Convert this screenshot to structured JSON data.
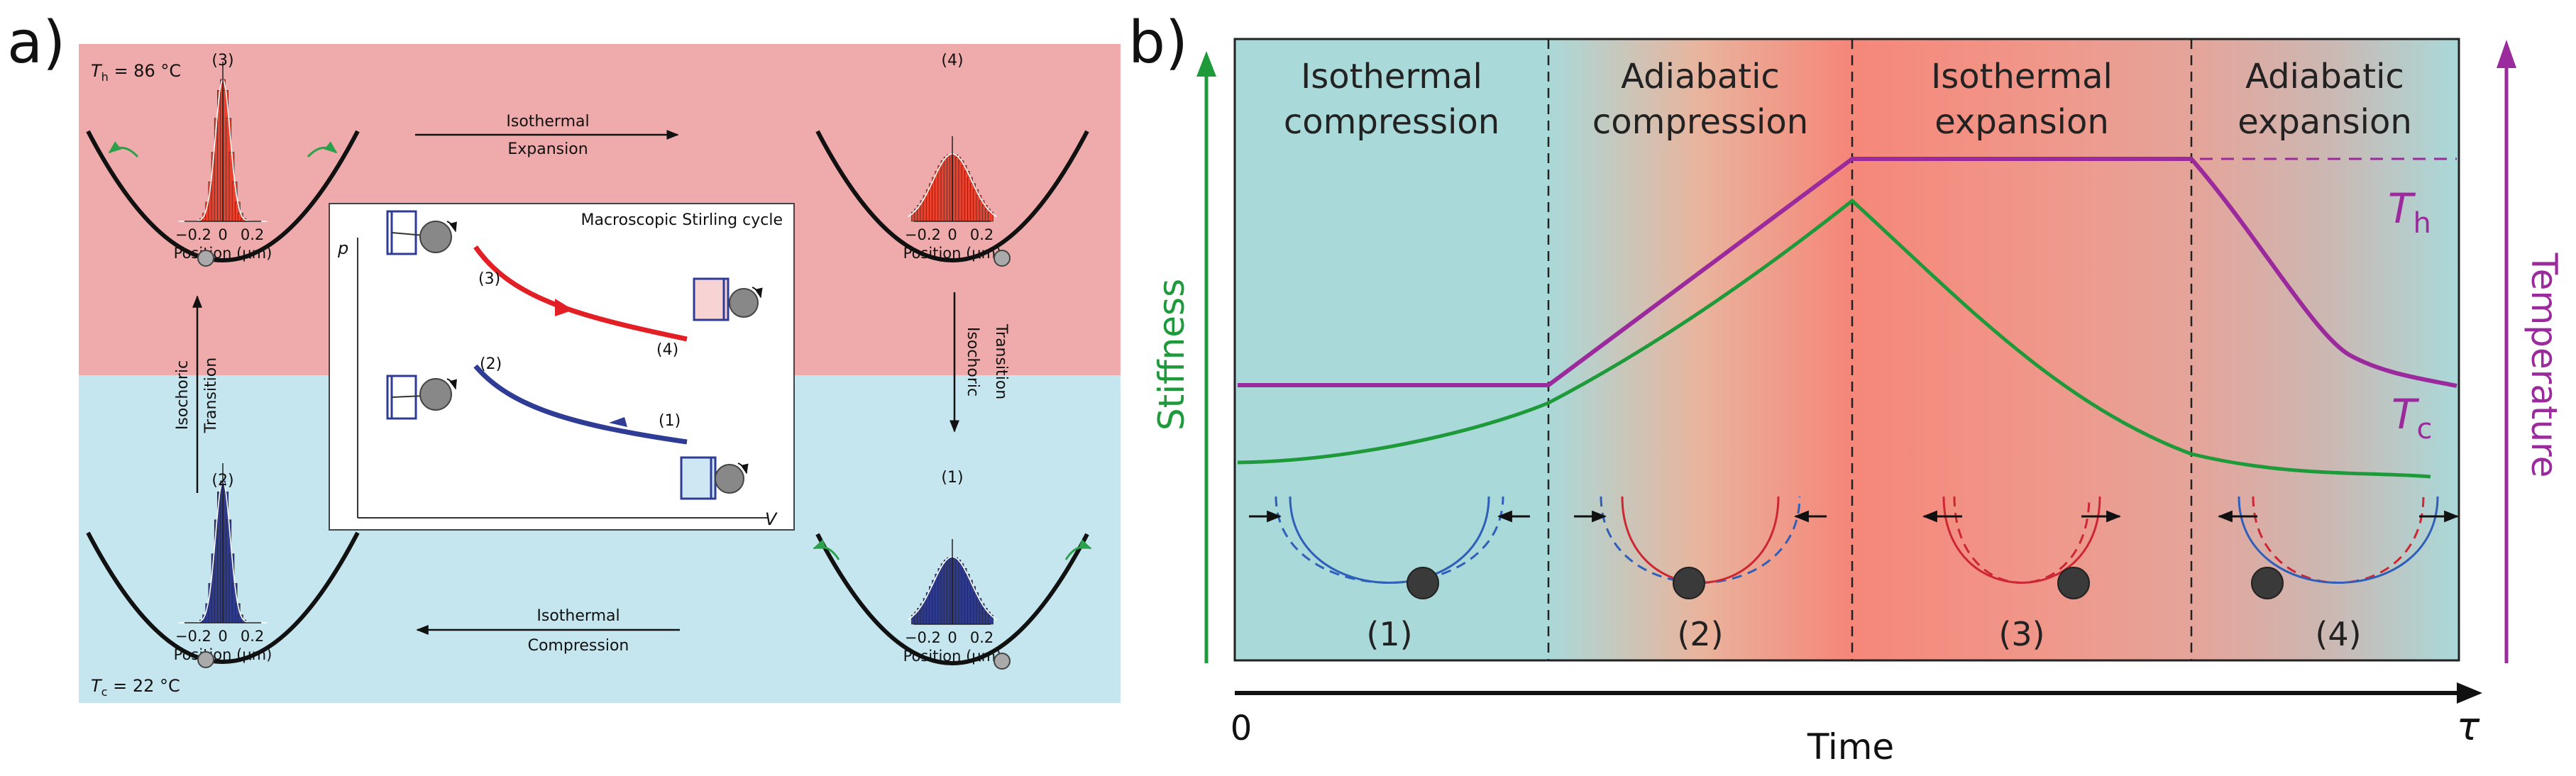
{
  "panel_a": {
    "label": "a)",
    "hot_temp": {
      "var": "T",
      "sub": "h",
      "rest": " = 86 °C"
    },
    "cold_temp": {
      "var": "T",
      "sub": "c",
      "rest": " = 22 °C"
    },
    "axis_label": "Position (μm)",
    "ticks": [
      "−0.2",
      "0",
      "0.2"
    ],
    "state_labels": [
      "(1)",
      "(2)",
      "(3)",
      "(4)"
    ],
    "arrow_top": [
      "Isothermal",
      "Expansion"
    ],
    "arrow_bottom": [
      "Isothermal",
      "Compression"
    ],
    "arrow_left": [
      "Isochoric",
      "Transition"
    ],
    "arrow_right": [
      "Isochoric",
      "Transition"
    ],
    "inset_title": "Macroscopic Stirling cycle",
    "inset_p": "p",
    "inset_v": "V",
    "colors": {
      "hot_bg": "#efabab",
      "cold_bg": "#c5e6ef",
      "hot_bar": "#e8412e",
      "cold_bar": "#2e3a8c",
      "arrow_green": "#2aa14a"
    }
  },
  "panel_b": {
    "label": "b)",
    "stages": [
      {
        "l1": "Isothermal",
        "l2": "compression"
      },
      {
        "l1": "Adiabatic",
        "l2": "compression"
      },
      {
        "l1": "Isothermal",
        "l2": "expansion"
      },
      {
        "l1": "Adiabatic",
        "l2": "expansion"
      }
    ],
    "numbers": [
      "(1)",
      "(2)",
      "(3)",
      "(4)"
    ],
    "y_left": "Stiffness",
    "y_right": "Temperature",
    "th": {
      "var": "T",
      "sub": "h"
    },
    "tc": {
      "var": "T",
      "sub": "c"
    },
    "x_zero": "0",
    "x_tau": "τ",
    "x_label": "Time",
    "colors": {
      "stiffness": "#1a9a3a",
      "temperature": "#9a2a9c",
      "teal": "#a8d8d8",
      "salmon": "#f5897a"
    }
  }
}
